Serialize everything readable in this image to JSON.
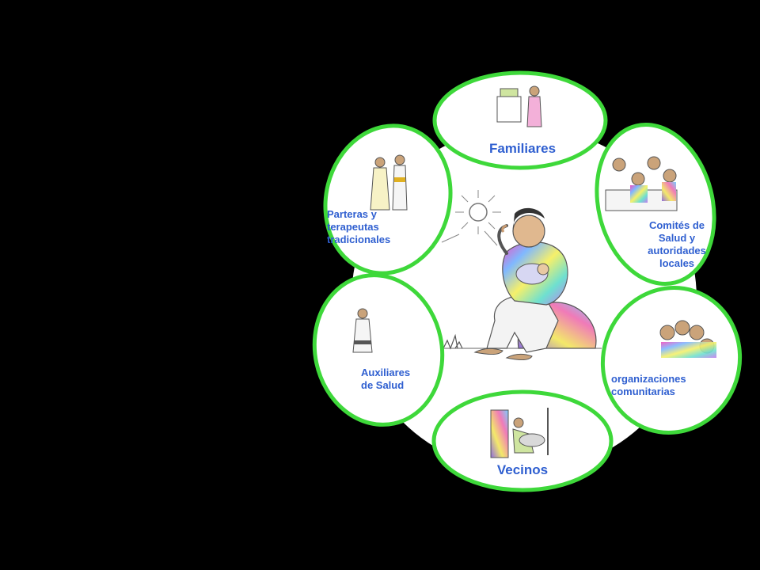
{
  "colors": {
    "background": "#000000",
    "ring_stroke": "#3ed83a",
    "ring_fill": "#ffffff",
    "label_text": "#2f5fd0"
  },
  "diagram": {
    "center": {
      "illustration": "mother-breastfeeding-illustration"
    },
    "nodes": [
      {
        "id": "familiares",
        "label": "Familiares",
        "icon": "woman-cooking-illustration"
      },
      {
        "id": "comites",
        "label": "Comités  de\nSalud y\nautoridades\nlocales",
        "icon": "community-meeting-illustration"
      },
      {
        "id": "organizaciones",
        "label": "organizaciones\ncomunitarias",
        "icon": "group-of-women-illustration"
      },
      {
        "id": "vecinos",
        "label": "Vecinos",
        "icon": "neighbor-woman-illustration"
      },
      {
        "id": "auxiliares",
        "label": "Auxiliares\nde Salud",
        "icon": "health-worker-illustration"
      },
      {
        "id": "parteras",
        "label": "Parteras y\nterapeutas\ntradicionales",
        "icon": "traditional-healers-illustration"
      }
    ]
  }
}
